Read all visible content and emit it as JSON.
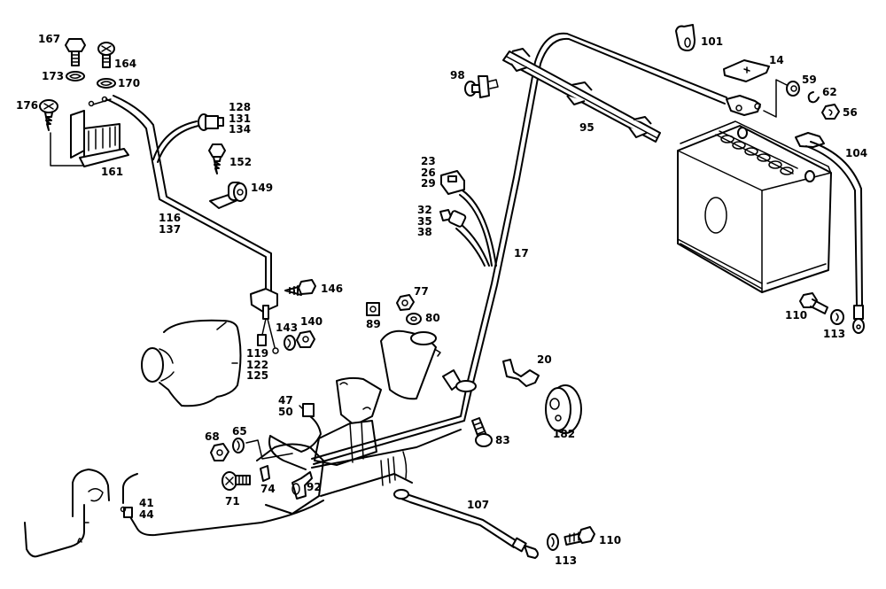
{
  "diagram": {
    "title": "Battery, starter and alternator wiring parts diagram",
    "line_color": "#000000",
    "background": "#ffffff",
    "callouts": [
      {
        "id": "c167",
        "text": "167"
      },
      {
        "id": "c164",
        "text": "164"
      },
      {
        "id": "c173",
        "text": "173"
      },
      {
        "id": "c170",
        "text": "170"
      },
      {
        "id": "c176",
        "text": "176"
      },
      {
        "id": "c161",
        "text": "161"
      },
      {
        "id": "c128",
        "text": "128\n131\n134"
      },
      {
        "id": "c152",
        "text": "152"
      },
      {
        "id": "c149",
        "text": "149"
      },
      {
        "id": "c116",
        "text": "116\n137"
      },
      {
        "id": "c146",
        "text": "146"
      },
      {
        "id": "c143",
        "text": "143"
      },
      {
        "id": "c140",
        "text": "140"
      },
      {
        "id": "c119",
        "text": "119\n122\n125"
      },
      {
        "id": "c89",
        "text": "89"
      },
      {
        "id": "c77",
        "text": "77"
      },
      {
        "id": "c80",
        "text": "80"
      },
      {
        "id": "c98",
        "text": "98"
      },
      {
        "id": "c95",
        "text": "95"
      },
      {
        "id": "c23",
        "text": "23\n26\n29"
      },
      {
        "id": "c32",
        "text": "32\n35\n38"
      },
      {
        "id": "c17",
        "text": "17"
      },
      {
        "id": "c101",
        "text": "101"
      },
      {
        "id": "c14",
        "text": "14"
      },
      {
        "id": "c59",
        "text": "59"
      },
      {
        "id": "c62",
        "text": "62"
      },
      {
        "id": "c56",
        "text": "56"
      },
      {
        "id": "c104",
        "text": "104"
      },
      {
        "id": "c110a",
        "text": "110"
      },
      {
        "id": "c113a",
        "text": "113"
      },
      {
        "id": "c20",
        "text": "20"
      },
      {
        "id": "c182",
        "text": "182"
      },
      {
        "id": "c83",
        "text": "83"
      },
      {
        "id": "c47",
        "text": "47\n50"
      },
      {
        "id": "c68",
        "text": "68"
      },
      {
        "id": "c65",
        "text": "65"
      },
      {
        "id": "c71",
        "text": "71"
      },
      {
        "id": "c74",
        "text": "74"
      },
      {
        "id": "c92",
        "text": "92"
      },
      {
        "id": "c41",
        "text": "41\n44"
      },
      {
        "id": "c107",
        "text": "107"
      },
      {
        "id": "c110b",
        "text": "110"
      },
      {
        "id": "c113b",
        "text": "113"
      }
    ]
  }
}
